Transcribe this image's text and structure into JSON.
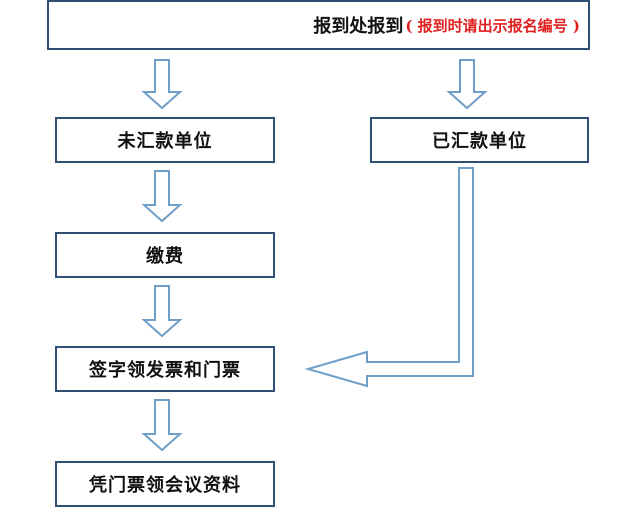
{
  "header": {
    "label": "报到处报到",
    "hint": "( 报到时请出示报名编号 )"
  },
  "steps": {
    "unpaid": "未汇款单位",
    "paid": "已汇款单位",
    "pay": "缴费",
    "sign": "签字领发票和门票",
    "docs": "凭门票领会议资料"
  },
  "colors": {
    "border": "#2f4f74",
    "arrow": "#6f9ec8",
    "hint": "#e02020"
  }
}
